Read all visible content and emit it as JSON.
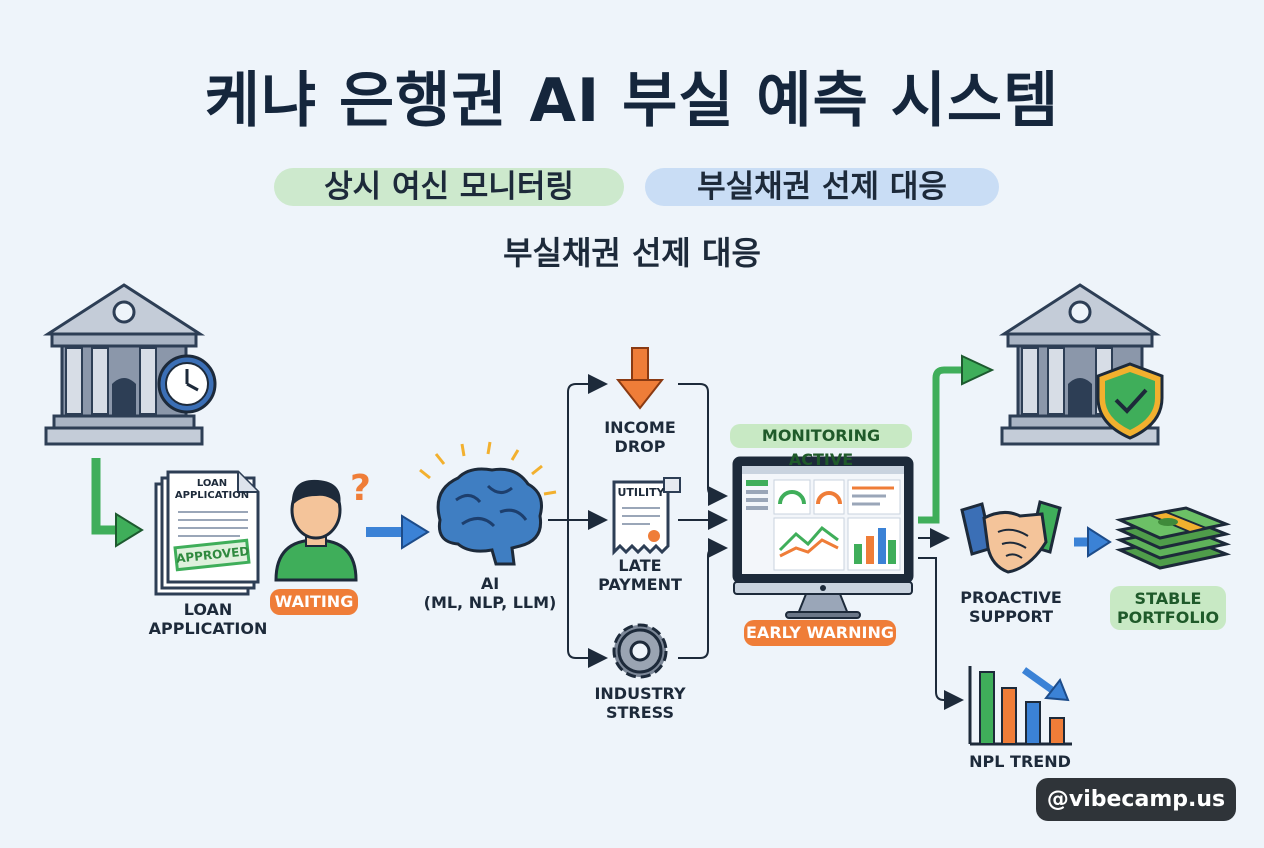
{
  "title": "케냐 은행권 AI 부실 예측 시스템",
  "tags": [
    "상시 여신 모니터링",
    "부실채권 선제 대응"
  ],
  "subtitle": "부실채권 선제 대응",
  "nodes": {
    "loan_doc_title": "LOAN\nAPPLICATION",
    "approved_stamp": "APPROVED",
    "loan_label": "LOAN\nAPPLICATION",
    "waiting": "WAITING",
    "ai_label": "AI\n(ML, NLP, LLM)",
    "income_drop": "INCOME\nDROP",
    "utility_doc": "UTILITY",
    "late_payment": "LATE\nPAYMENT",
    "industry_stress": "INDUSTRY\nSTRESS",
    "monitoring_active": "MONITORING ACTIVE",
    "early_warning": "EARLY WARNING",
    "proactive_support": "PROACTIVE\nSUPPORT",
    "stable_portfolio": "STABLE\nPORTFOLIO",
    "npl_trend": "NPL TREND"
  },
  "watermark": "@vibecamp.us",
  "icons": [
    "bank-icon",
    "clock-icon",
    "document-icon",
    "person-icon",
    "question-icon",
    "brain-icon",
    "arrow-down-icon",
    "receipt-icon",
    "gear-icon",
    "monitor-icon",
    "shield-check-icon",
    "handshake-icon",
    "money-stack-icon",
    "bar-chart-icon"
  ],
  "colors": {
    "green": "#3fae5a",
    "blue": "#3b82d6",
    "orange": "#ef7d38",
    "navy": "#1d2a3a"
  }
}
